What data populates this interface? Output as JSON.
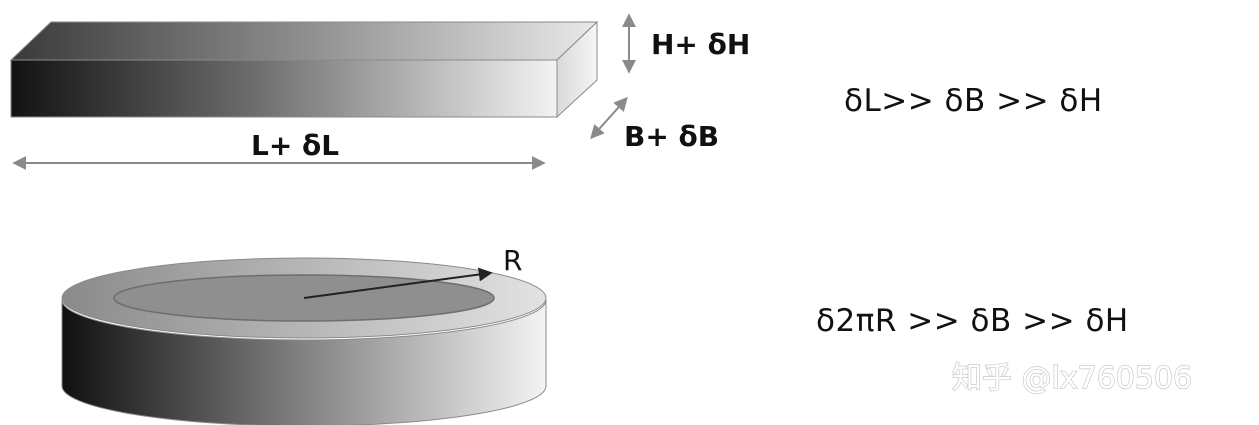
{
  "bar": {
    "height_label": "H+ δH",
    "breadth_label": "B+ δB",
    "length_label": "L+ δL",
    "relation": "δL>>  δB >>  δH",
    "colors": {
      "dark": "#111111",
      "mid": "#777777",
      "light": "#f2f2f2",
      "arrow": "#8a8a8a"
    }
  },
  "ring": {
    "radius_label": "R",
    "relation": "δ2πR  >>  δB >>  δH",
    "colors": {
      "dark": "#111111",
      "top": "#bdbdbd",
      "inner": "#8d8d8d",
      "arrow": "#222222"
    }
  },
  "watermark": {
    "text": "知乎 @lx760506"
  }
}
